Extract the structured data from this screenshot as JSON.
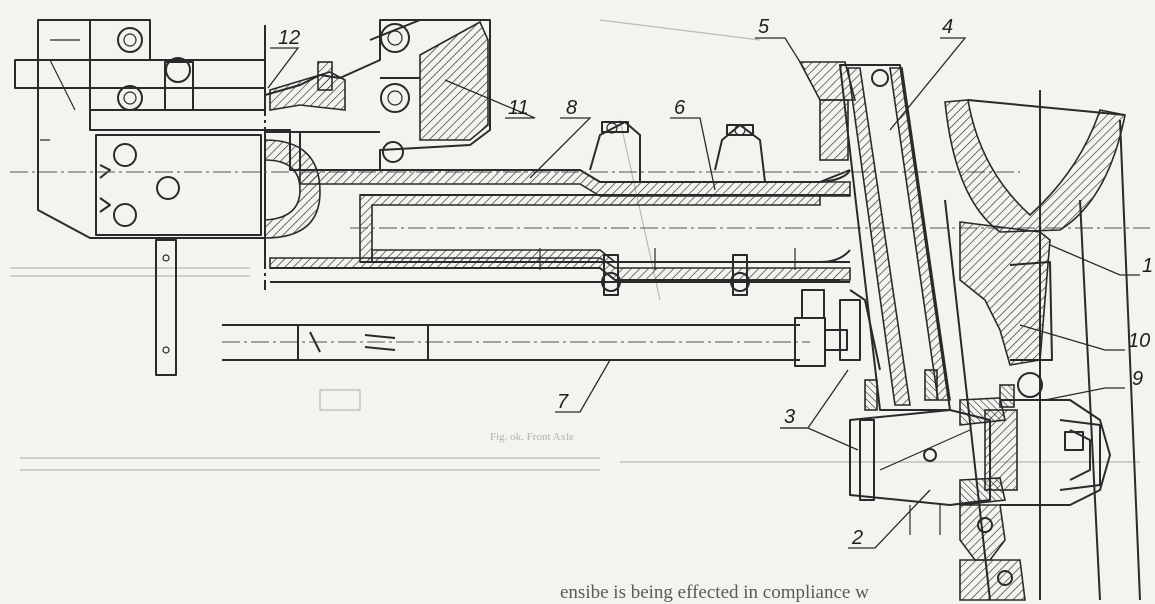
{
  "callouts": [
    {
      "id": "1",
      "label": "1"
    },
    {
      "id": "2",
      "label": "2"
    },
    {
      "id": "3",
      "label": "3"
    },
    {
      "id": "4",
      "label": "4"
    },
    {
      "id": "5",
      "label": "5"
    },
    {
      "id": "6",
      "label": "6"
    },
    {
      "id": "7",
      "label": "7"
    },
    {
      "id": "8",
      "label": "8"
    },
    {
      "id": "9",
      "label": "9"
    },
    {
      "id": "10",
      "label": "10"
    },
    {
      "id": "11",
      "label": "11"
    },
    {
      "id": "12",
      "label": "12"
    }
  ],
  "bleed_text": {
    "caption": "Fig. ok. Front Axle",
    "bottom_line": "ensibe is being effected in compliance w"
  },
  "colors": {
    "paper": "#f4f3ef",
    "ink": "#2a2a2a",
    "bleed": "#b5b4ae"
  }
}
